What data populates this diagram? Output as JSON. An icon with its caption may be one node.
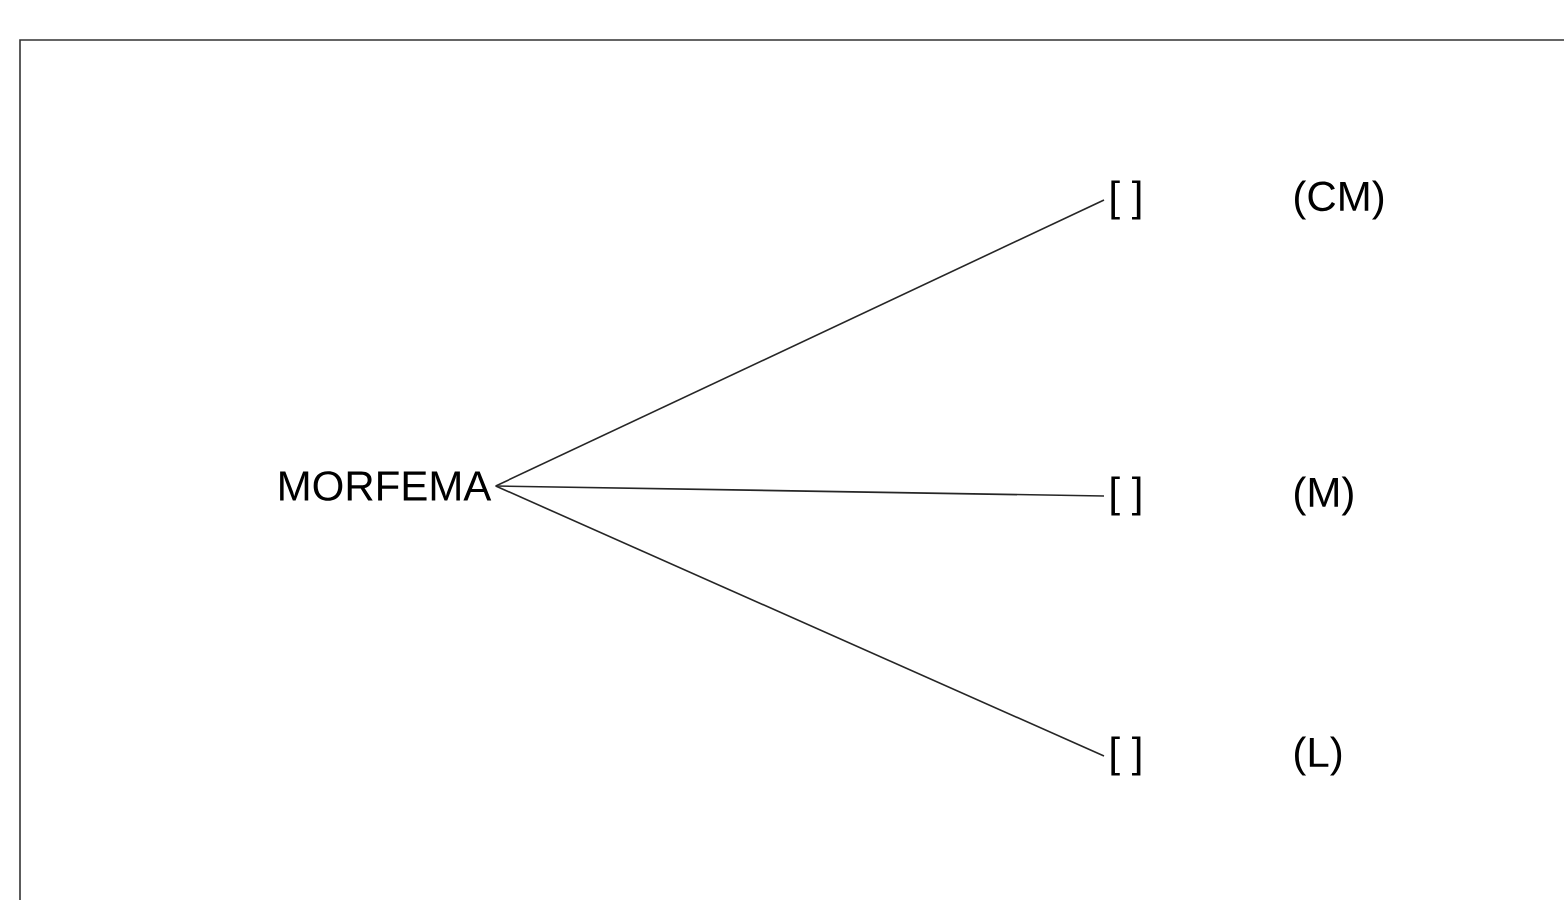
{
  "diagram": {
    "nodes": [
      {
        "text": [
          "MORFEMA"
        ]
      },
      {
        "text": [
          "[ ]",
          "(CM)"
        ]
      },
      {
        "text": [
          "[ ]",
          "(M)"
        ]
      },
      {
        "text": [
          "[ ]",
          "(L)"
        ]
      }
    ],
    "edges": [
      {
        "from": 0,
        "to": 1,
        "arrow": "none"
      },
      {
        "from": 0,
        "to": 2,
        "arrow": "none"
      },
      {
        "from": 0,
        "to": 3,
        "arrow": "none"
      }
    ]
  }
}
